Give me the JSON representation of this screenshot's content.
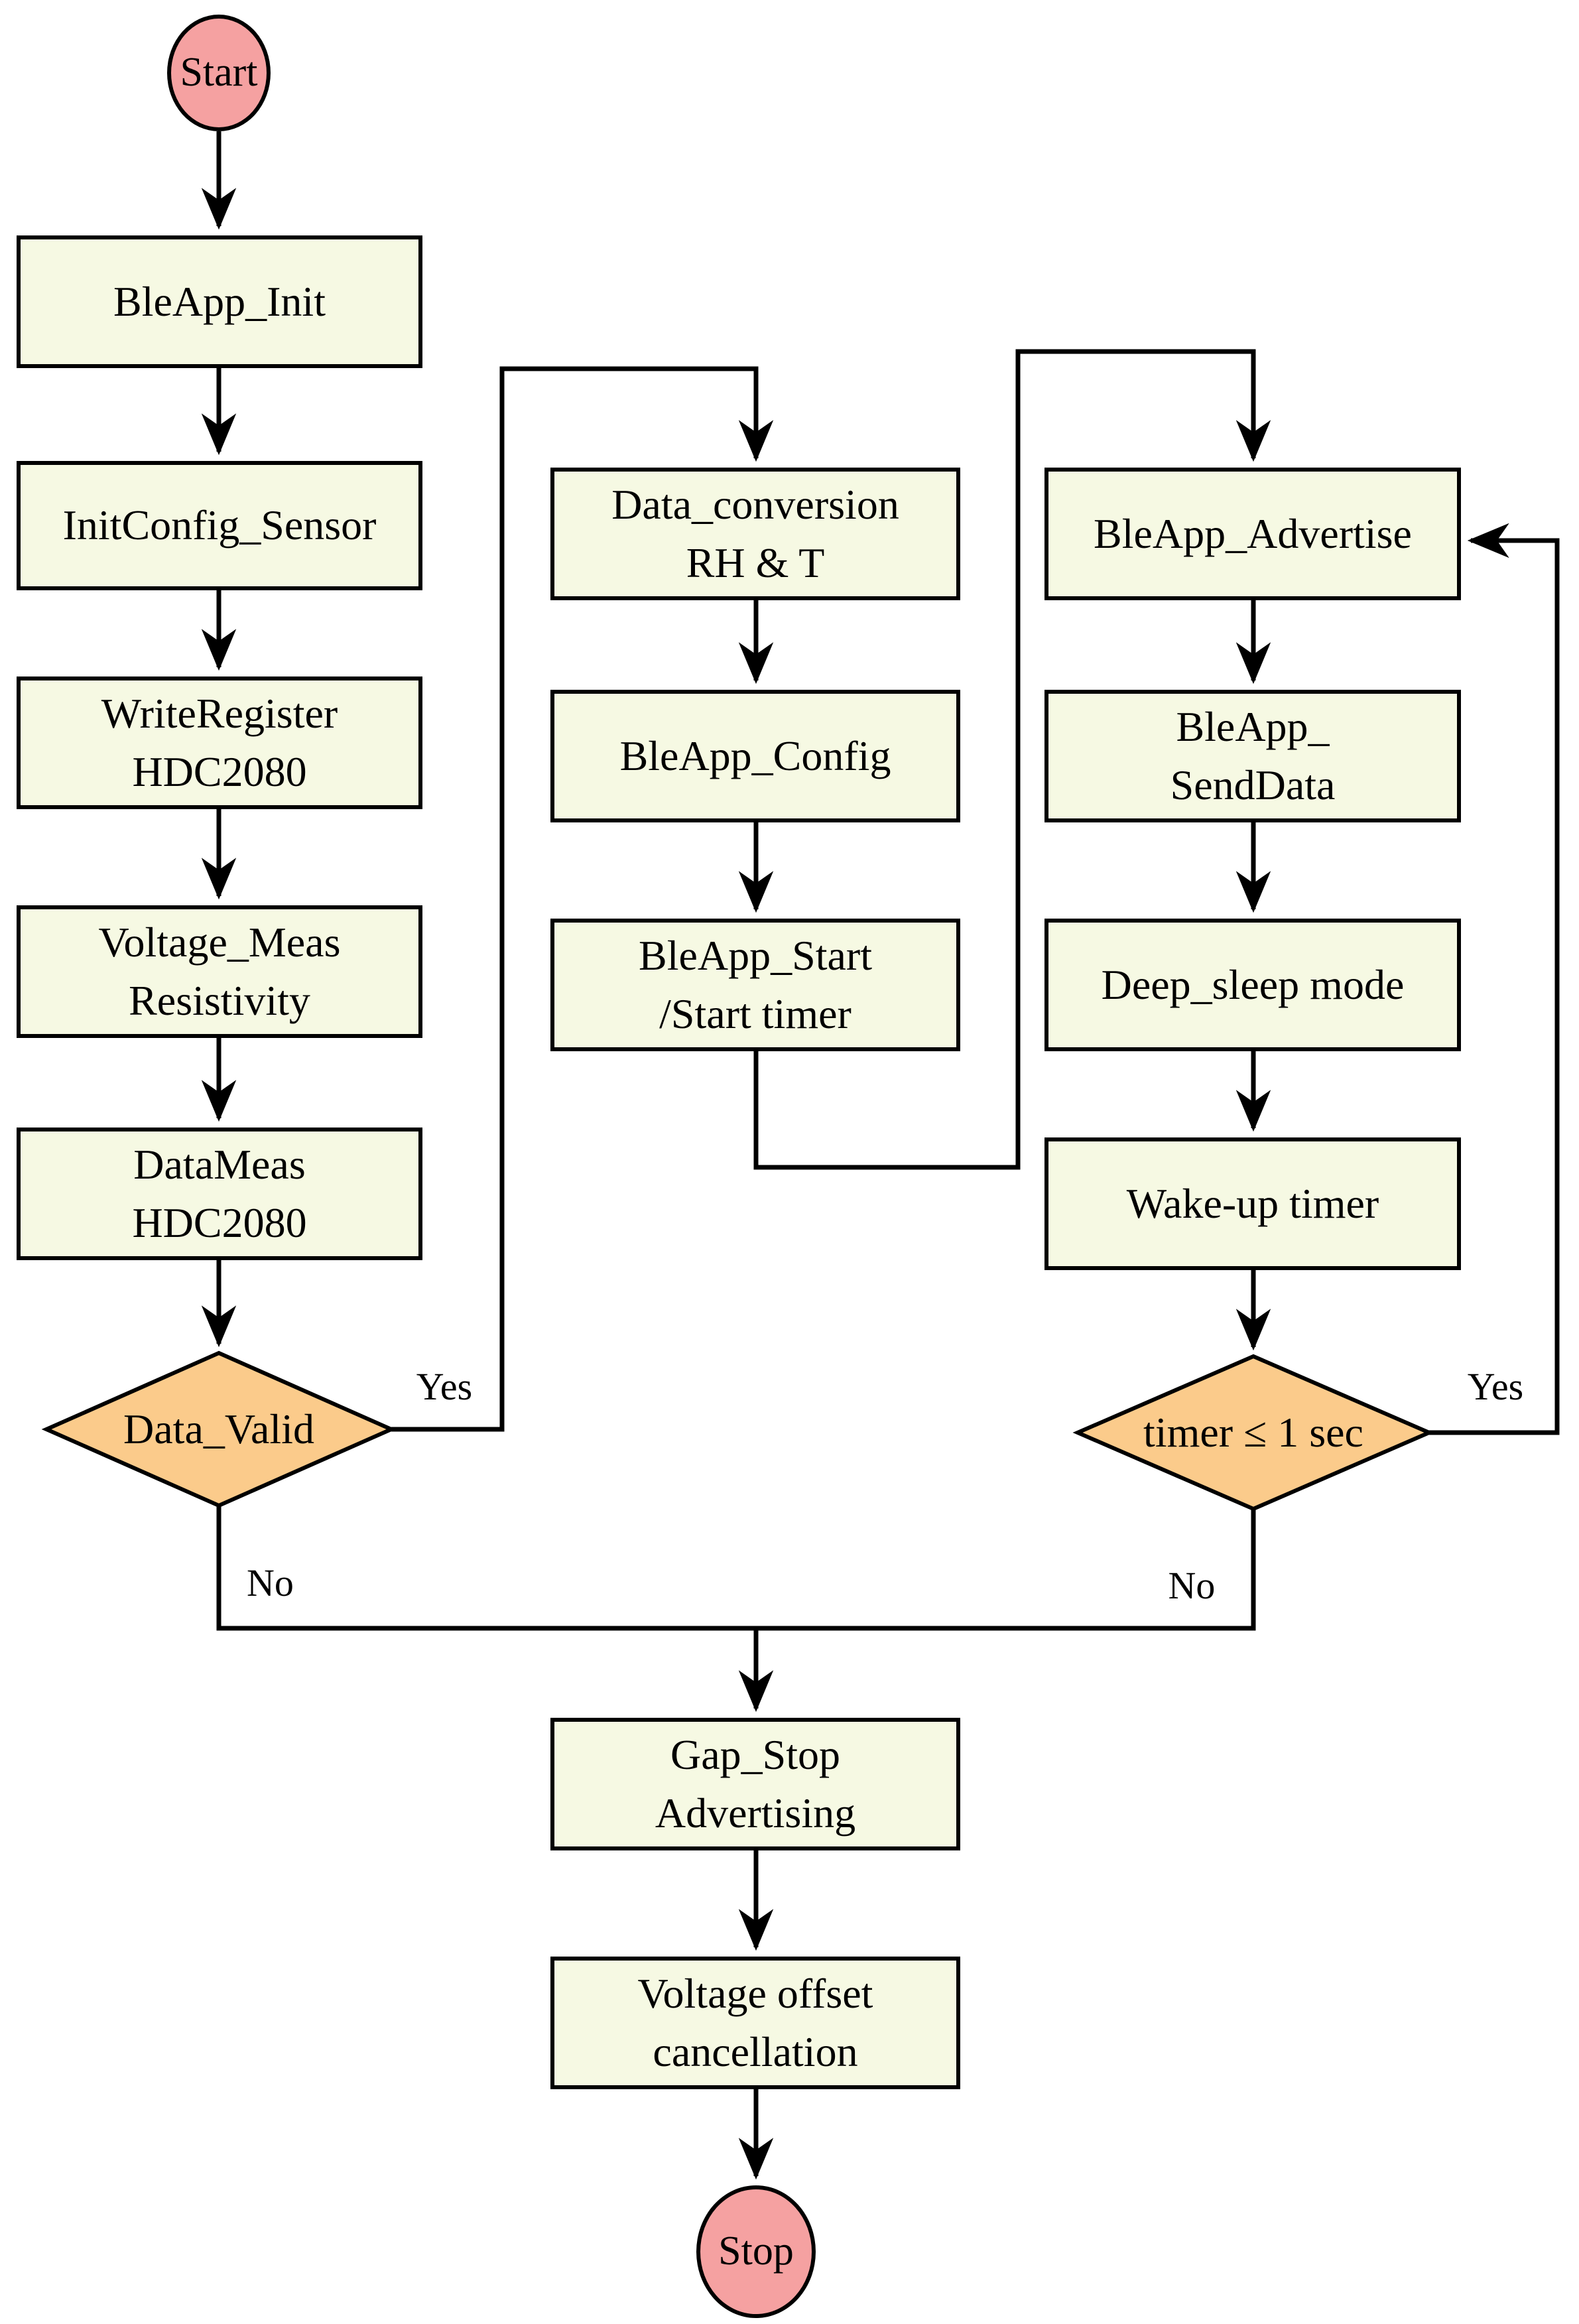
{
  "colors": {
    "process_fill": "#F6F9E3",
    "decision_fill": "#FBCB8B",
    "terminal_fill": "#F5A1A1",
    "stroke": "#000000",
    "background": "#FFFFFF"
  },
  "nodes": {
    "start": {
      "label": "Start",
      "type": "terminal"
    },
    "bleapp_init": {
      "lines": [
        "BleApp_Init"
      ],
      "type": "process"
    },
    "initconfig_sensor": {
      "lines": [
        "InitConfig_Sensor"
      ],
      "type": "process"
    },
    "writeregister_hdc2080": {
      "lines": [
        "WriteRegister",
        "HDC2080"
      ],
      "type": "process"
    },
    "voltage_meas_resistivity": {
      "lines": [
        "Voltage_Meas",
        "Resistivity"
      ],
      "type": "process"
    },
    "datameas_hdc2080": {
      "lines": [
        "DataMeas",
        "HDC2080"
      ],
      "type": "process"
    },
    "data_valid": {
      "label": "Data_Valid",
      "type": "decision"
    },
    "data_conversion": {
      "lines": [
        "Data_conversion",
        "RH & T"
      ],
      "type": "process"
    },
    "bleapp_config": {
      "lines": [
        "BleApp_Config"
      ],
      "type": "process"
    },
    "bleapp_start": {
      "lines": [
        "BleApp_Start",
        "/Start timer"
      ],
      "type": "process"
    },
    "bleapp_advertise": {
      "lines": [
        "BleApp_Advertise"
      ],
      "type": "process"
    },
    "bleapp_senddata": {
      "lines": [
        "BleApp_",
        "SendData"
      ],
      "type": "process"
    },
    "deep_sleep_mode": {
      "lines": [
        "Deep_sleep mode"
      ],
      "type": "process"
    },
    "wakeup_timer": {
      "lines": [
        "Wake-up timer"
      ],
      "type": "process"
    },
    "timer_check": {
      "label": "timer ≤ 1 sec",
      "type": "decision"
    },
    "gap_stop_advertising": {
      "lines": [
        "Gap_Stop",
        "Advertising"
      ],
      "type": "process"
    },
    "voltage_offset_cancellation": {
      "lines": [
        "Voltage offset",
        "cancellation"
      ],
      "type": "process"
    },
    "stop": {
      "label": "Stop",
      "type": "terminal"
    }
  },
  "edge_labels": {
    "data_valid_yes": "Yes",
    "data_valid_no": "No",
    "timer_yes": "Yes",
    "timer_no": "No"
  }
}
